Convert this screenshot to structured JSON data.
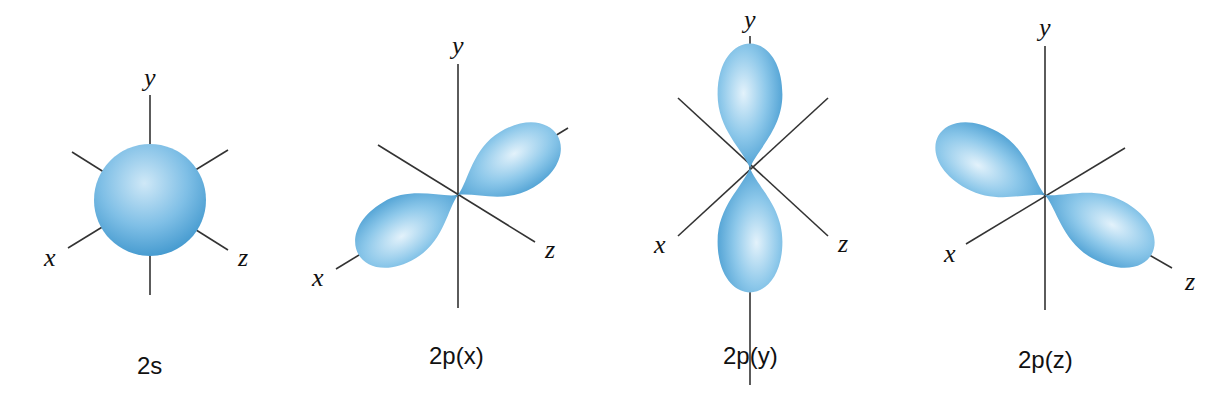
{
  "diagram": {
    "labels": [
      "y",
      "x",
      "z",
      "2s",
      "y",
      "x",
      "z",
      "2p(x)",
      "y",
      "x",
      "z",
      "2p(y)",
      "y",
      "x",
      "z",
      "2p(z)"
    ]
  }
}
